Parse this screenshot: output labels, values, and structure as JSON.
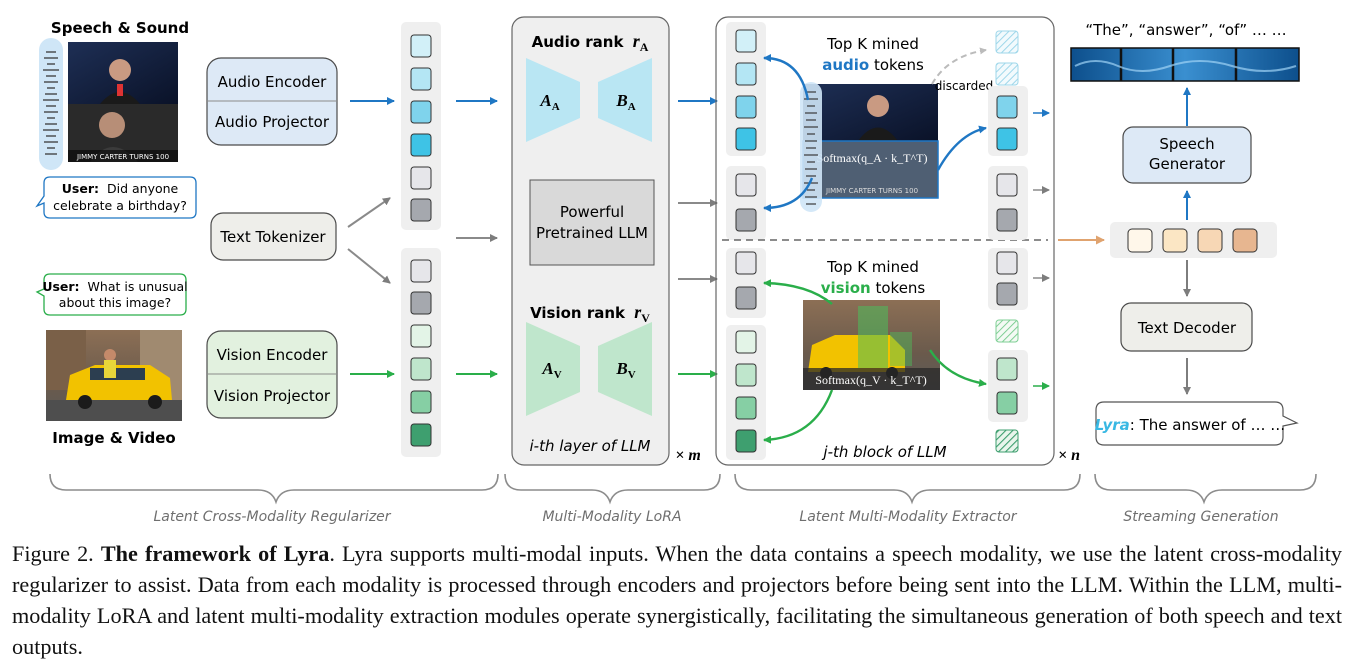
{
  "inputs": {
    "speech_label": "Speech & Sound",
    "image_label": "Image & Video",
    "video_caption": "JIMMY CARTER TURNS 100",
    "speech_query_prefix": "User:",
    "speech_query_text_1": "Did anyone",
    "speech_query_text_2": "celebrate a birthday?",
    "image_query_prefix": "User:",
    "image_query_text_1": "What is unusual",
    "image_query_text_2": "about this image?"
  },
  "encoders": {
    "audio_encoder": "Audio Encoder",
    "audio_projector": "Audio Projector",
    "text_tokenizer": "Text Tokenizer",
    "vision_encoder": "Vision Encoder",
    "vision_projector": "Vision Projector"
  },
  "lora": {
    "audio_rank_label": "Audio rank",
    "audio_rank_symbol": "r",
    "audio_rank_sub": "A",
    "a_audio": "A",
    "a_audio_sub": "A",
    "b_audio": "B",
    "b_audio_sub": "A",
    "llm_line_1": "Powerful",
    "llm_line_2": "Pretrained LLM",
    "vision_rank_label": "Vision rank",
    "vision_rank_symbol": "r",
    "vision_rank_sub": "V",
    "a_vision": "A",
    "a_vision_sub": "V",
    "b_vision": "B",
    "b_vision_sub": "V",
    "layer_label": "i-th layer of LLM",
    "repeat_m": "× m"
  },
  "extractor": {
    "audio_top_1": "Top K mined",
    "audio_top_2_colored": "audio",
    "audio_top_2_rest": " tokens",
    "vision_top_1": "Top K mined",
    "vision_top_2_colored": "vision",
    "vision_top_2_rest": " tokens",
    "discarded": "discarded",
    "softmax_audio": "Softmax(q_A · k_T^T)",
    "softmax_vision": "Softmax(q_V · k_T^T)",
    "block_label": "j-th block of LLM",
    "repeat_n": "× n"
  },
  "generation": {
    "words": "“The”, “answer”, “of”  … …",
    "speech_generator_1": "Speech",
    "speech_generator_2": "Generator",
    "text_decoder": "Text Decoder",
    "output_prefix": "Lyra",
    "output_text": ": The answer of … …"
  },
  "sections": {
    "regularizer": "Latent Cross-Modality Regularizer",
    "lora": "Multi-Modality LoRA",
    "extractor": "Latent Multi-Modality Extractor",
    "streaming": "Streaming Generation"
  },
  "caption": {
    "prefix": "Figure 2.",
    "title": "The framework of Lyra",
    "body": ". Lyra supports multi-modal inputs. When the data contains a speech modality, we use the latent cross-modality regularizer to assist. Data from each modality is processed through encoders and projectors before being sent into the LLM. Within the LLM, multi-modality LoRA and latent multi-modality extraction modules operate synergistically, facilitating the simultaneous generation of both speech and text outputs."
  },
  "colors": {
    "audio_blue": "#1f77c4",
    "audio_light": "#b9e6f3",
    "audio_token": "#3ec3e6",
    "vision_green": "#2aae4a",
    "vision_light": "#bfe6cc",
    "vision_token": "#3e9f6f",
    "text_gray": "#8b8f96",
    "encoder_blue_bg": "#dde9f6",
    "encoder_green_bg": "#e2f1df",
    "tokenizer_bg": "#eeeeea",
    "section_accent": "#39b8e3"
  }
}
